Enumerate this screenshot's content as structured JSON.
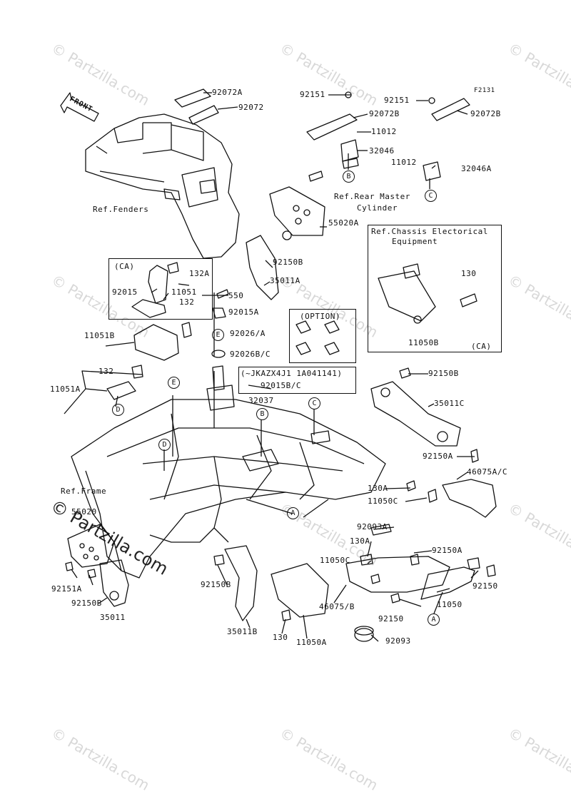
{
  "diagram_code": "F2131",
  "watermark": "© Partzilla.com",
  "front_label": "FRONT",
  "ref_labels": {
    "fenders": "Ref.Fenders",
    "rear_master_1": "Ref.Rear Master",
    "rear_master_2": "Cylinder",
    "chassis_1": "Ref.Chassis Electorical",
    "chassis_2": "Equipment",
    "frame": "Ref.Frame"
  },
  "box_labels": {
    "ca_left": "(CA)",
    "ca_right": "(CA)",
    "option": "(OPTION)",
    "serial": "(~JKAZX4J1 1A041141)"
  },
  "callouts": [
    "A",
    "B",
    "C",
    "D",
    "E"
  ],
  "parts": {
    "p92072A": "92072A",
    "p92072": "92072",
    "p92151_b": "92151",
    "p92072B_b": "92072B",
    "p11012_b": "11012",
    "p32046": "32046",
    "p92151_c": "92151",
    "p92072B_c": "92072B",
    "p11012_c": "11012",
    "p32046A": "32046A",
    "p55020A": "55020A",
    "p92150B_top": "92150B",
    "p35011A": "35011A",
    "p132A": "132A",
    "p92015": "92015",
    "p11051": "11051",
    "p550": "550",
    "p132_top": "132",
    "p92015A": "92015A",
    "p92026A": "92026/A",
    "p11051B": "11051B",
    "p92026BC": "92026B/C",
    "p130_right": "130",
    "p11050B": "11050B",
    "p132_mid": "132",
    "p92015BC": "92015B/C",
    "p92150B_right": "92150B",
    "p11051A": "11051A",
    "p32037": "32037",
    "p35011C": "35011C",
    "p92150A_top": "92150A",
    "p46075AC": "46075A/C",
    "p130A_top": "130A",
    "p11050C_top": "11050C",
    "p92093A": "92093A",
    "p55020": "55020",
    "p130A_mid": "130A",
    "p92150A_mid": "92150A",
    "p11050C_mid": "11050C",
    "p92151A": "92151A",
    "p92150B_left": "92150B",
    "p35011": "35011",
    "p92150B_low": "92150B",
    "p46075B": "46075/B",
    "p92150_right": "92150",
    "p11050": "11050",
    "p92150_low": "92150",
    "p35011B": "35011B",
    "p130_low": "130",
    "p11050A": "11050A",
    "p92093": "92093"
  }
}
